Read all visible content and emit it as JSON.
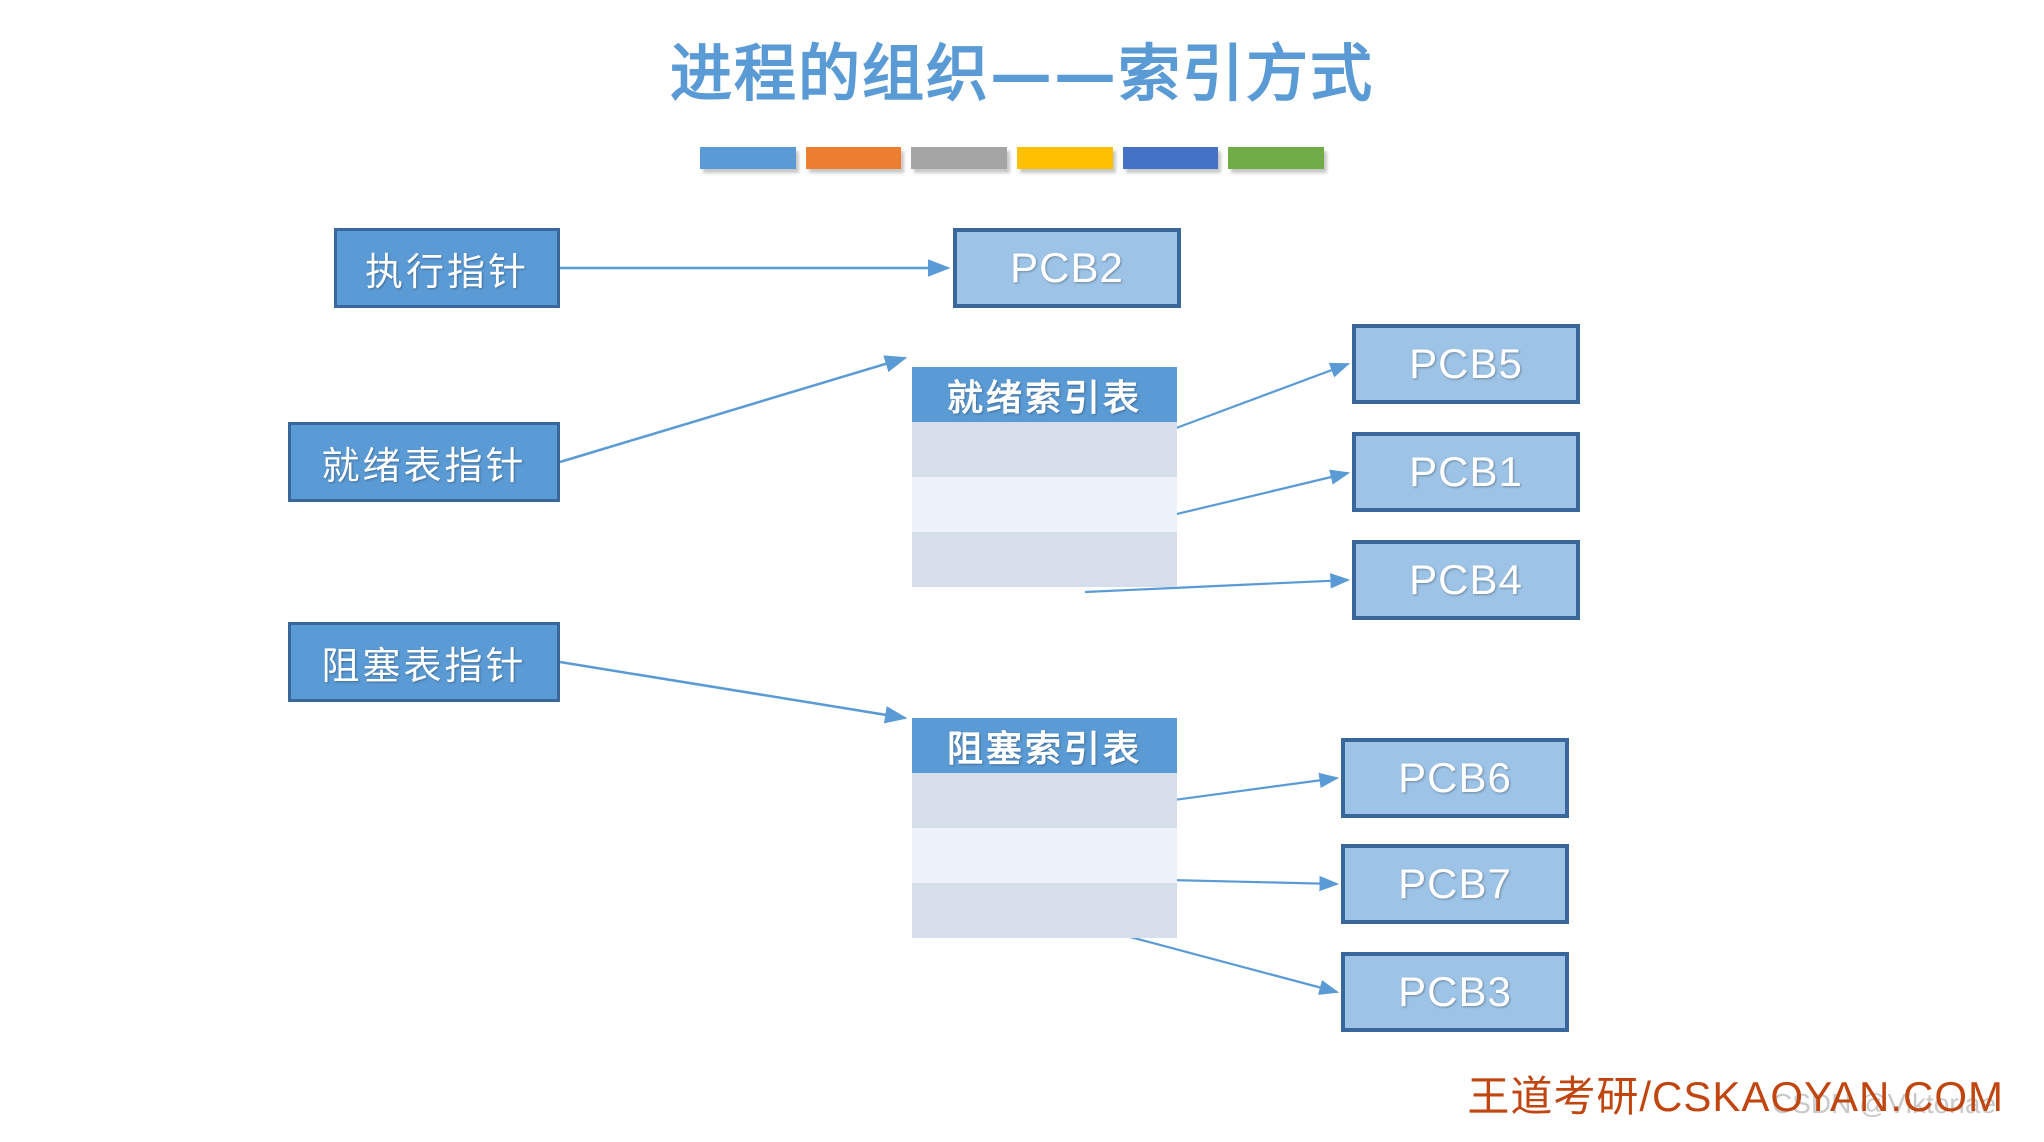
{
  "slide": {
    "title": "进程的组织——索引方式",
    "title_color": "#5B9BD5",
    "background": "#ffffff"
  },
  "accent_bars": [
    {
      "name": "bar-blue",
      "color": "#5B9BD5"
    },
    {
      "name": "bar-orange",
      "color": "#ED7D31"
    },
    {
      "name": "bar-gray",
      "color": "#A5A5A5"
    },
    {
      "name": "bar-yellow",
      "color": "#FFC000"
    },
    {
      "name": "bar-dark-blue",
      "color": "#4472C4"
    },
    {
      "name": "bar-green",
      "color": "#70AD47"
    }
  ],
  "pointers": [
    {
      "label": "执行指针",
      "target": "PCB2"
    },
    {
      "label": "就绪表指针",
      "target": "就绪索引表"
    },
    {
      "label": "阻塞表指针",
      "target": "阻塞索引表"
    }
  ],
  "running_block": {
    "label": "PCB2"
  },
  "tables": [
    {
      "title": "就绪索引表",
      "rows": [
        "",
        "",
        ""
      ],
      "entries": [
        "PCB5",
        "PCB1",
        "PCB4"
      ]
    },
    {
      "title": "阻塞索引表",
      "rows": [
        "",
        "",
        ""
      ],
      "entries": [
        "PCB6",
        "PCB7",
        "PCB3"
      ]
    }
  ],
  "pcb_blocks": [
    {
      "label": "PCB2"
    },
    {
      "label": "PCB5"
    },
    {
      "label": "PCB1"
    },
    {
      "label": "PCB4"
    },
    {
      "label": "PCB6"
    },
    {
      "label": "PCB7"
    },
    {
      "label": "PCB3"
    }
  ],
  "watermarks": {
    "brand": "王道考研/CSKAOYAN.COM",
    "brand_color": "#C0450E",
    "csdn": "CSDN @Viktoriae"
  },
  "colors": {
    "pointer_box_fill": "#5B9BD5",
    "pointer_box_border": "#3A679B",
    "pcb_fill": "#9DC3E6",
    "pcb_border": "#3A679B",
    "table_header": "#5B9BD5",
    "table_row_odd": "#D6DEEB",
    "table_row_even": "#EDF1F8",
    "connector": "#5B9BD5"
  }
}
